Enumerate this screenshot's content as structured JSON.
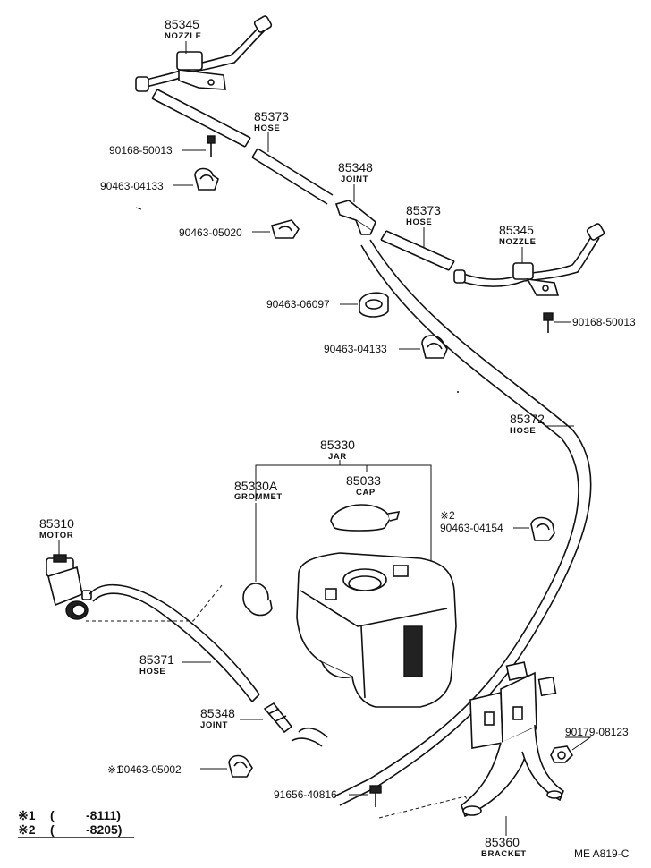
{
  "callouts": {
    "nozzle_upper": {
      "part_no": "85345",
      "name": "NOZZLE"
    },
    "hose_upper": {
      "part_no": "85373",
      "name": "HOSE"
    },
    "screw_upper": {
      "part_no": "90168-50013"
    },
    "clamp_upper": {
      "part_no": "90463-04133"
    },
    "joint_upper": {
      "part_no": "85348",
      "name": "JOINT"
    },
    "hose_right": {
      "part_no": "85373",
      "name": "HOSE"
    },
    "clamp_05020": {
      "part_no": "90463-05020"
    },
    "nozzle_right": {
      "part_no": "85345",
      "name": "NOZZLE"
    },
    "grommet_06097": {
      "part_no": "90463-06097"
    },
    "screw_right": {
      "part_no": "90168-50013"
    },
    "clamp_mid": {
      "part_no": "90463-04133"
    },
    "hose_long": {
      "part_no": "85372",
      "name": "HOSE"
    },
    "jar": {
      "part_no": "85330",
      "name": "JAR"
    },
    "grommet": {
      "part_no": "85330A",
      "name": "GROMMET"
    },
    "cap": {
      "part_no": "85033",
      "name": "CAP"
    },
    "motor": {
      "part_no": "85310",
      "name": "MOTOR"
    },
    "clamp_04154": {
      "part_no": "90463-04154",
      "mark": "※2"
    },
    "hose_lower": {
      "part_no": "85371",
      "name": "HOSE"
    },
    "joint_lower": {
      "part_no": "85348",
      "name": "JOINT"
    },
    "bolt_08123": {
      "part_no": "90179-08123"
    },
    "clamp_05002": {
      "part_no": "90463-05002",
      "mark": "※1"
    },
    "bolt_40816": {
      "part_no": "91656-40816"
    },
    "bracket": {
      "part_no": "85360",
      "name": "BRACKET"
    }
  },
  "notes": [
    {
      "mark": "※1",
      "open": "(",
      "range": "-8111)"
    },
    {
      "mark": "※2",
      "open": "(",
      "range": "-8205)"
    }
  ],
  "figure_code": "ME  A819-C"
}
